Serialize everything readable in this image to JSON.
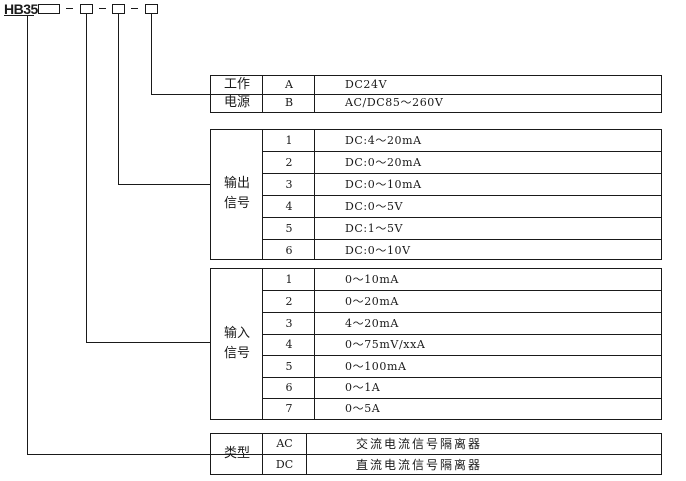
{
  "model": "HB35",
  "separator": "-",
  "groups": {
    "power": {
      "label_line1": "工作",
      "label_line2": "电源",
      "rows": [
        {
          "code": "A",
          "desc": "DC24V"
        },
        {
          "code": "B",
          "desc": "AC/DC85～260V"
        }
      ]
    },
    "output": {
      "label_line1": "输出",
      "label_line2": "信号",
      "rows": [
        {
          "code": "1",
          "desc": "DC:4～20mA"
        },
        {
          "code": "2",
          "desc": "DC:0～20mA"
        },
        {
          "code": "3",
          "desc": "DC:0～10mA"
        },
        {
          "code": "4",
          "desc": "DC:0～5V"
        },
        {
          "code": "5",
          "desc": "DC:1～5V"
        },
        {
          "code": "6",
          "desc": "DC:0～10V"
        }
      ]
    },
    "input": {
      "label_line1": "输入",
      "label_line2": "信号",
      "rows": [
        {
          "code": "1",
          "desc": "0～10mA"
        },
        {
          "code": "2",
          "desc": "0～20mA"
        },
        {
          "code": "3",
          "desc": "4～20mA"
        },
        {
          "code": "4",
          "desc": "0～75mV/xxA"
        },
        {
          "code": "5",
          "desc": "0～100mA"
        },
        {
          "code": "6",
          "desc": "0～1A"
        },
        {
          "code": "7",
          "desc": "0～5A"
        }
      ]
    },
    "type": {
      "label_line1": "类型",
      "label_line2": "",
      "rows": [
        {
          "code": "AC",
          "desc": "交流电流信号隔离器"
        },
        {
          "code": "DC",
          "desc": "直流电流信号隔离器"
        }
      ]
    }
  }
}
